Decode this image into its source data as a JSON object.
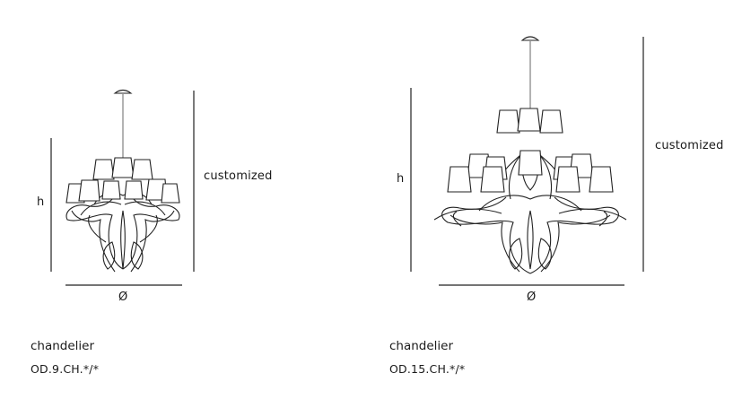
{
  "products": [
    {
      "height_label": "h",
      "diameter_label": "Ø",
      "height_note": "customized",
      "name": "chandelier",
      "code": "OD.9.CH.*/*"
    },
    {
      "height_label": "h",
      "diameter_label": "Ø",
      "height_note": "customized",
      "name": "chandelier",
      "code": "OD.15.CH.*/*"
    }
  ],
  "colors": {
    "line": "#222222",
    "stem": "#8a8a8a",
    "shade_fill": "#ffffff"
  }
}
